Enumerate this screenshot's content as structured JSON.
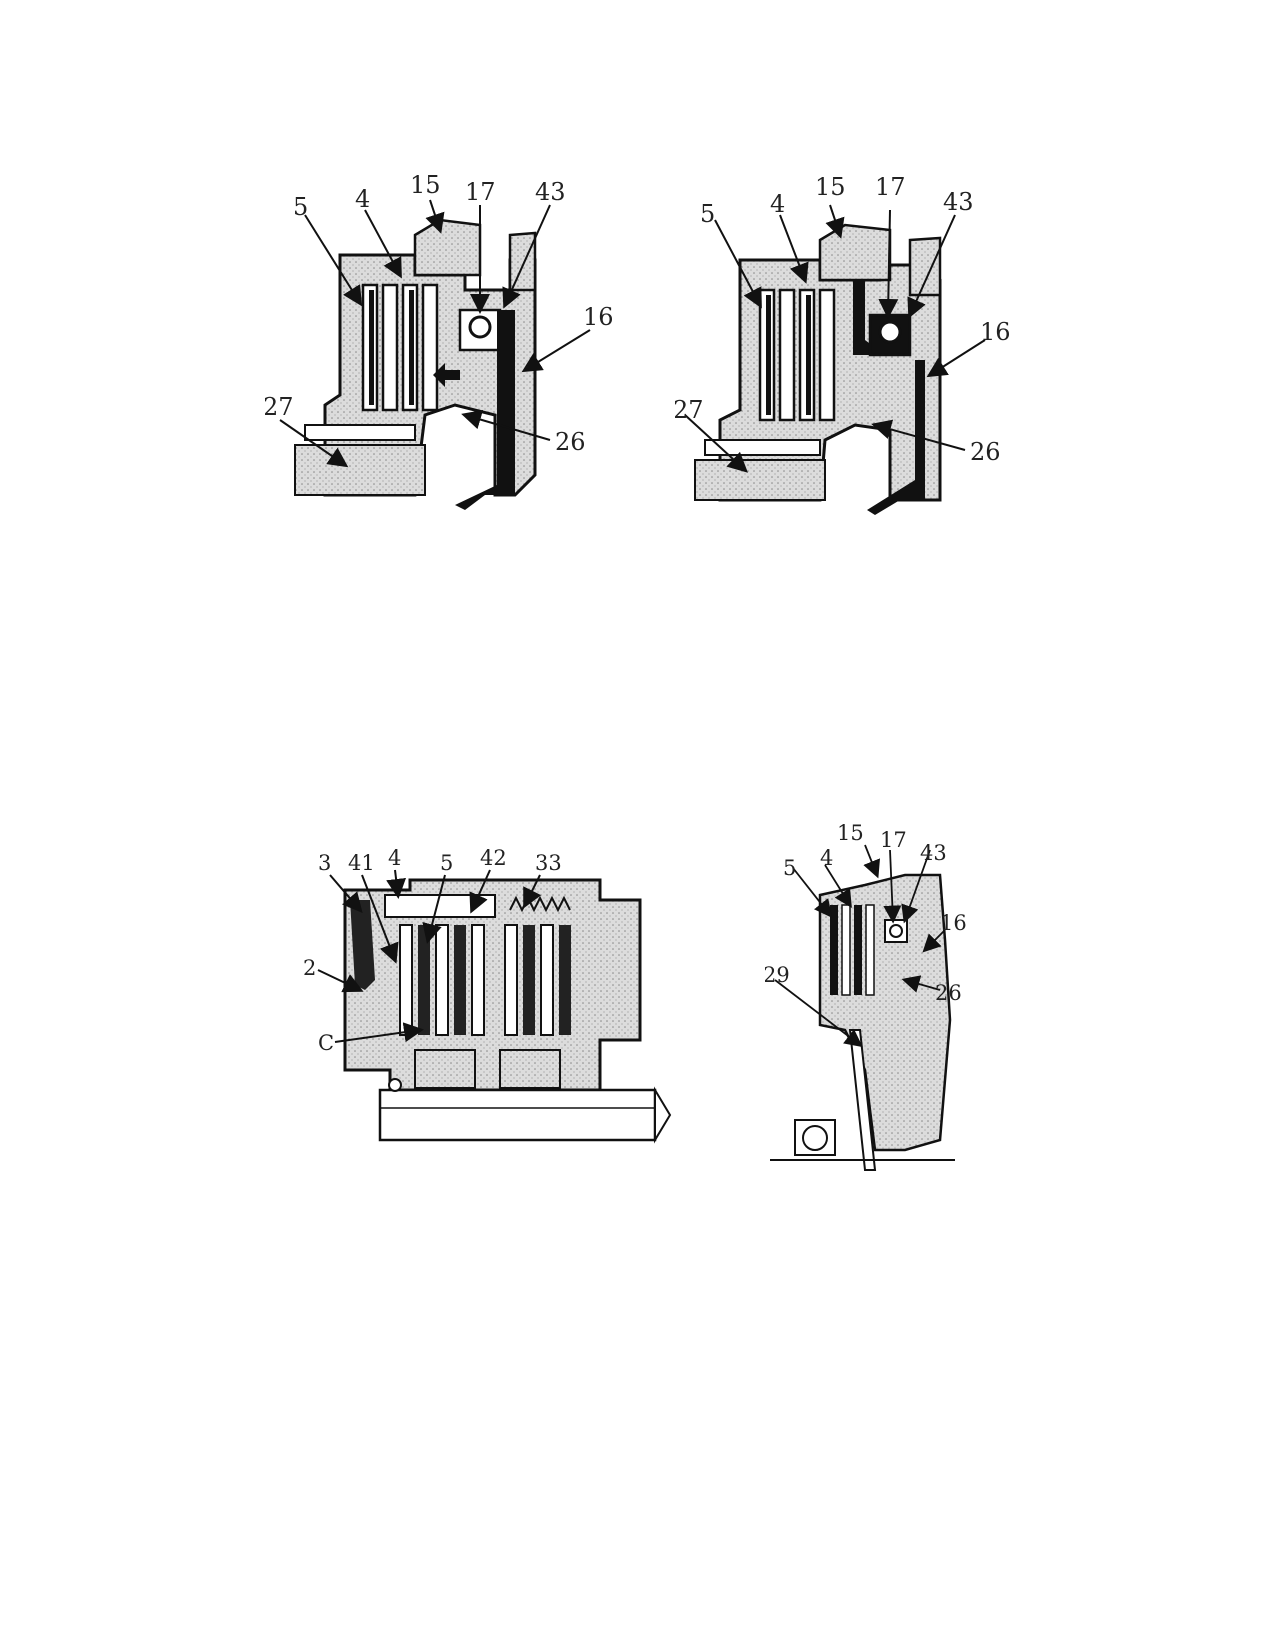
{
  "figures": [
    {
      "id": "top-left",
      "labels": [
        "5",
        "4",
        "15",
        "17",
        "43",
        "16",
        "27",
        "26"
      ]
    },
    {
      "id": "top-right",
      "labels": [
        "5",
        "4",
        "15",
        "17",
        "43",
        "16",
        "27",
        "26"
      ]
    },
    {
      "id": "bottom-left",
      "labels": [
        "3",
        "41",
        "4",
        "5",
        "42",
        "33",
        "2",
        "C"
      ]
    },
    {
      "id": "bottom-right",
      "labels": [
        "15",
        "17",
        "43",
        "5",
        "4",
        "16",
        "29",
        "26"
      ]
    }
  ],
  "colors": {
    "ink": "#111111",
    "shade": "#cfcfcf",
    "paper": "#ffffff"
  }
}
